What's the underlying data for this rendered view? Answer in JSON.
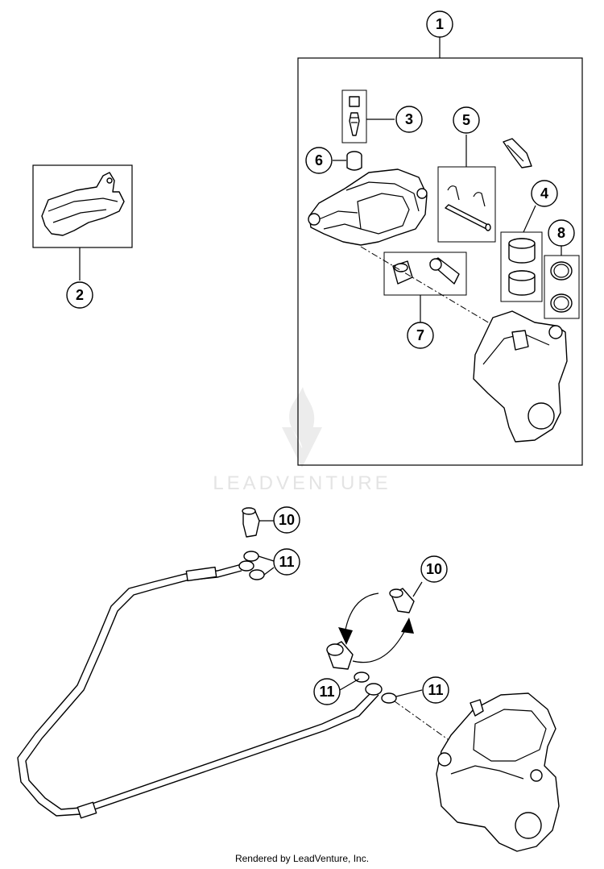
{
  "callouts": [
    {
      "id": "c1",
      "label": "1"
    },
    {
      "id": "c2",
      "label": "2"
    },
    {
      "id": "c3",
      "label": "3"
    },
    {
      "id": "c4",
      "label": "4"
    },
    {
      "id": "c5",
      "label": "5"
    },
    {
      "id": "c6",
      "label": "6"
    },
    {
      "id": "c7",
      "label": "7"
    },
    {
      "id": "c8",
      "label": "8"
    },
    {
      "id": "c10a",
      "label": "10"
    },
    {
      "id": "c10b",
      "label": "10"
    },
    {
      "id": "c11a",
      "label": "11"
    },
    {
      "id": "c11b",
      "label": "11"
    },
    {
      "id": "c11c",
      "label": "11"
    }
  ],
  "watermark": "LEADVENTURE",
  "footer": "Rendered by LeadVenture, Inc.",
  "colors": {
    "line": "#000000",
    "watermark": "#e4e4e4",
    "background": "#ffffff"
  }
}
